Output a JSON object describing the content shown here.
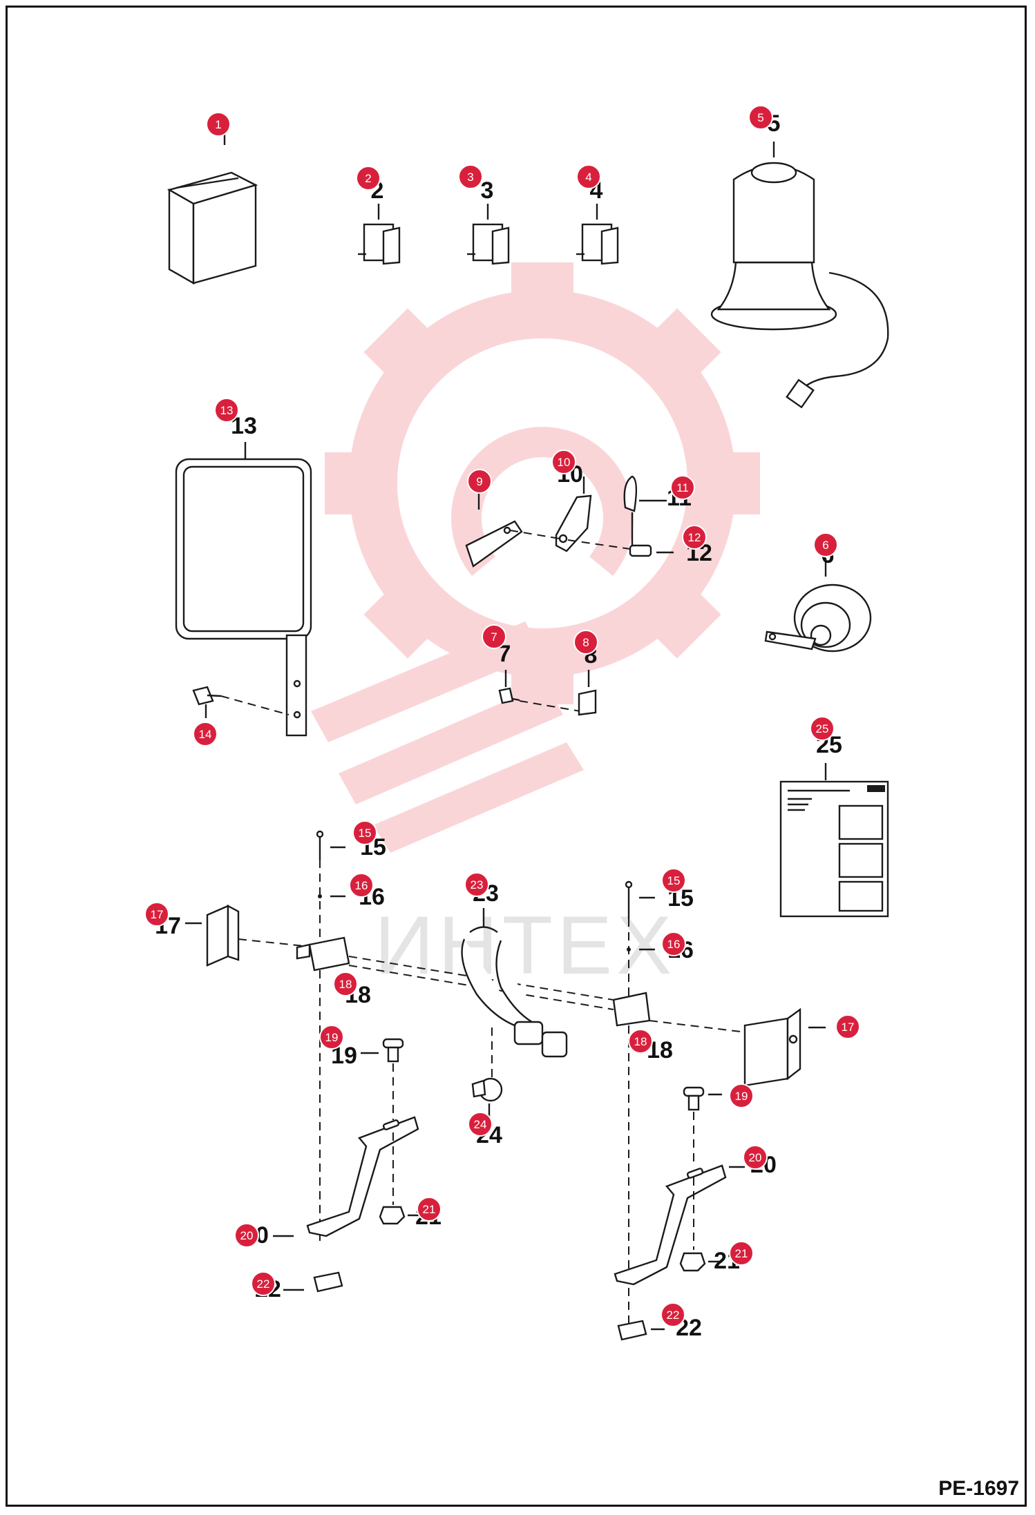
{
  "diagram_code": "PE-1697",
  "watermark": "ИНТЕХ",
  "colors": {
    "badge": "#d8203c",
    "line": "#1a1a1a",
    "watermark": "#f6b3b9"
  },
  "callouts": [
    {
      "label": "1"
    },
    {
      "label": "2"
    },
    {
      "label": "3"
    },
    {
      "label": "4"
    },
    {
      "label": "5"
    },
    {
      "label": "13"
    },
    {
      "label": "9"
    },
    {
      "label": "10"
    },
    {
      "label": "11"
    },
    {
      "label": "12"
    },
    {
      "label": "6"
    },
    {
      "label": "7"
    },
    {
      "label": "8"
    },
    {
      "label": "14"
    },
    {
      "label": "25"
    },
    {
      "label": "15"
    },
    {
      "label": "16"
    },
    {
      "label": "17"
    },
    {
      "label": "18"
    },
    {
      "label": "23"
    },
    {
      "label": "15"
    },
    {
      "label": "16"
    },
    {
      "label": "17"
    },
    {
      "label": "18"
    },
    {
      "label": "19"
    },
    {
      "label": "19"
    },
    {
      "label": "24"
    },
    {
      "label": "20"
    },
    {
      "label": "21"
    },
    {
      "label": "20"
    },
    {
      "label": "22"
    },
    {
      "label": "21"
    },
    {
      "label": "22"
    }
  ],
  "part_numbers": [
    {
      "label": "2"
    },
    {
      "label": "3"
    },
    {
      "label": "4"
    },
    {
      "label": "5"
    },
    {
      "label": "13"
    },
    {
      "label": "10"
    },
    {
      "label": "11"
    },
    {
      "label": "12"
    },
    {
      "label": "6"
    },
    {
      "label": "7"
    },
    {
      "label": "8"
    },
    {
      "label": "25"
    },
    {
      "label": "15"
    },
    {
      "label": "16"
    },
    {
      "label": "17"
    },
    {
      "label": "18"
    },
    {
      "label": "23"
    },
    {
      "label": "15"
    },
    {
      "label": "16"
    },
    {
      "label": "18"
    },
    {
      "label": "19"
    },
    {
      "label": "24"
    },
    {
      "label": "20"
    },
    {
      "label": "21"
    },
    {
      "label": "20"
    },
    {
      "label": "22"
    },
    {
      "label": "21"
    },
    {
      "label": "22"
    }
  ]
}
